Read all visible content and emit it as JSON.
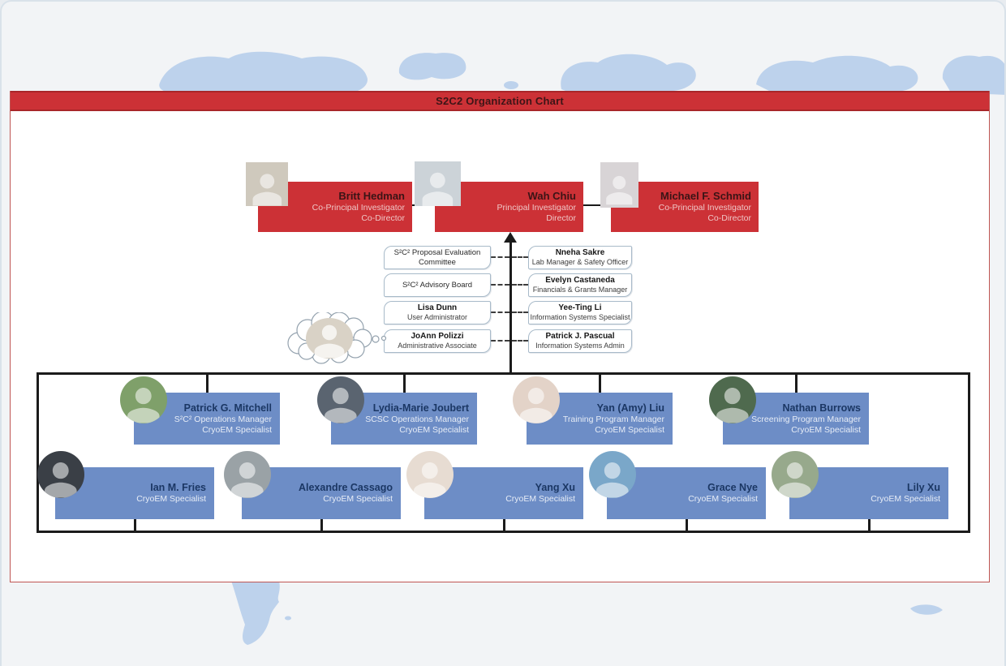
{
  "slide": {
    "title": "S2C2 Organization Chart"
  },
  "colors": {
    "accent_red": "#cc3136",
    "accent_red_dark": "#a92629",
    "card_blue": "#6d8dc6",
    "line_black": "#1b1b1b",
    "map_blue": "#bdd2ec"
  },
  "leadership": [
    {
      "name": "Britt Hedman",
      "title1": "Co-Principal Investigator",
      "title2": "Co-Director",
      "tint": "#cfc9bd"
    },
    {
      "name": "Wah Chiu",
      "title1": "Principal Investigator",
      "title2": "Director",
      "tint": "#ccd3d8"
    },
    {
      "name": "Michael F. Schmid",
      "title1": "Co-Principal Investigator",
      "title2": "Co-Director",
      "tint": "#d8d4d6"
    }
  ],
  "support_left": [
    {
      "line1": "S²C² Proposal Evaluation",
      "line2": "Committee"
    },
    {
      "line1": "S²C² Advisory Board"
    },
    {
      "name": "Lisa Dunn",
      "title": "User Administrator"
    },
    {
      "name": "JoAnn Polizzi",
      "title": "Administrative Associate"
    }
  ],
  "support_right": [
    {
      "name": "Nneha Sakre",
      "title": "Lab Manager & Safety Officer"
    },
    {
      "name": "Evelyn Castaneda",
      "title": "Financials & Grants Manager"
    },
    {
      "name": "Yee-Ting Li",
      "title": "Information Systems Specialist"
    },
    {
      "name": "Patrick J. Pascual",
      "title": "Information Systems Admin"
    }
  ],
  "cloud": {
    "person": "JoAnn Polizzi",
    "tint": "#d9d2c6"
  },
  "managers": [
    {
      "name": "Patrick G. Mitchell",
      "title1": "S²C² Operations Manager",
      "title2": "CryoEM Specialist",
      "tint": "#7fa06a"
    },
    {
      "name": "Lydia-Marie Joubert",
      "title1": "SCSC Operations Manager",
      "title2": "CryoEM Specialist",
      "tint": "#5a6470"
    },
    {
      "name": "Yan (Amy) Liu",
      "title1": "Training Program Manager",
      "title2": "CryoEM Specialist",
      "tint": "#e3d3c8"
    },
    {
      "name": "Nathan Burrows",
      "title1": "Screening Program Manager",
      "title2": "CryoEM Specialist",
      "tint": "#4f6a4e"
    }
  ],
  "specialists": [
    {
      "name": "Ian M. Fries",
      "title": "CryoEM Specialist",
      "tint": "#3a3f46"
    },
    {
      "name": "Alexandre Cassago",
      "title": "CryoEM Specialist",
      "tint": "#9aa2a6"
    },
    {
      "name": "Yang Xu",
      "title": "CryoEM Specialist",
      "tint": "#e7dcd2"
    },
    {
      "name": "Grace Nye",
      "title": "CryoEM Specialist",
      "tint": "#7aa7c9"
    },
    {
      "name": "Lily Xu",
      "title": "CryoEM Specialist",
      "tint": "#97a98c"
    }
  ]
}
